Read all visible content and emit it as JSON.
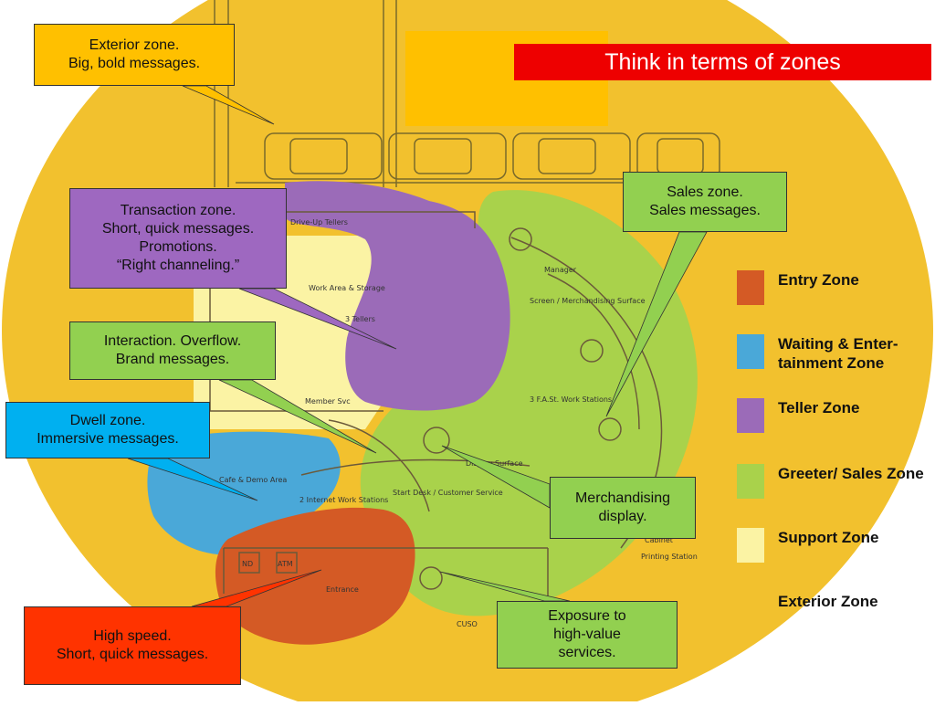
{
  "title": "Think in terms of zones",
  "colors": {
    "exterior": "#f2c12e",
    "entry": "#d45a25",
    "waiting": "#4aa8d8",
    "teller": "#9b6bb8",
    "greeter": "#a9d24b",
    "support": "#fbf3a4",
    "callout_yellow": "#ffc000",
    "callout_purple": "#9e68c0",
    "callout_green": "#92d050",
    "callout_blue": "#00b0f0",
    "callout_red": "#ff3300",
    "banner": "#ee0000"
  },
  "callouts": [
    {
      "id": "exterior",
      "lines": [
        "Exterior zone.",
        "Big, bold messages."
      ]
    },
    {
      "id": "transaction",
      "lines": [
        "Transaction zone.",
        "Short, quick messages.",
        "Promotions.",
        "“Right channeling.”"
      ]
    },
    {
      "id": "interaction",
      "lines": [
        "Interaction. Overflow.",
        "Brand messages."
      ]
    },
    {
      "id": "dwell",
      "lines": [
        "Dwell zone.",
        "Immersive messages."
      ]
    },
    {
      "id": "highspeed",
      "lines": [
        "High speed.",
        "Short, quick messages."
      ]
    },
    {
      "id": "sales",
      "lines": [
        "Sales zone.",
        "Sales messages."
      ]
    },
    {
      "id": "merch",
      "lines": [
        "Merchandising",
        "display."
      ]
    },
    {
      "id": "exposure",
      "lines": [
        "Exposure to",
        "high-value",
        "services."
      ]
    }
  ],
  "legend": [
    {
      "label": "Entry Zone",
      "color_key": "entry"
    },
    {
      "label": "Waiting & Enter-tainment Zone",
      "color_key": "waiting"
    },
    {
      "label": "Teller  Zone",
      "color_key": "teller"
    },
    {
      "label": "Greeter/ Sales Zone",
      "color_key": "greeter"
    },
    {
      "label": "Support Zone",
      "color_key": "support"
    },
    {
      "label": "Exterior Zone",
      "color_key": "exterior"
    }
  ],
  "plan_labels": {
    "drive_up": "Drive-Up Tellers",
    "work_area": "Work Area & Storage",
    "tellers": "3 Tellers",
    "manager": "Manager",
    "screen": "Screen / Merchandising Surface",
    "fast": "3 F.A.St. Work Stations",
    "member": "Member Svc",
    "cafe": "Cafe & Demo Area",
    "internet": "2 Internet Work Stations",
    "start_desk": "Start Desk / Customer Service",
    "display": "Display Surface",
    "entrance": "Entrance",
    "cuso": "CUSO",
    "printing": "Printing Station",
    "cabinet": "Cabinet",
    "nd": "ND",
    "atm": "ATM"
  }
}
